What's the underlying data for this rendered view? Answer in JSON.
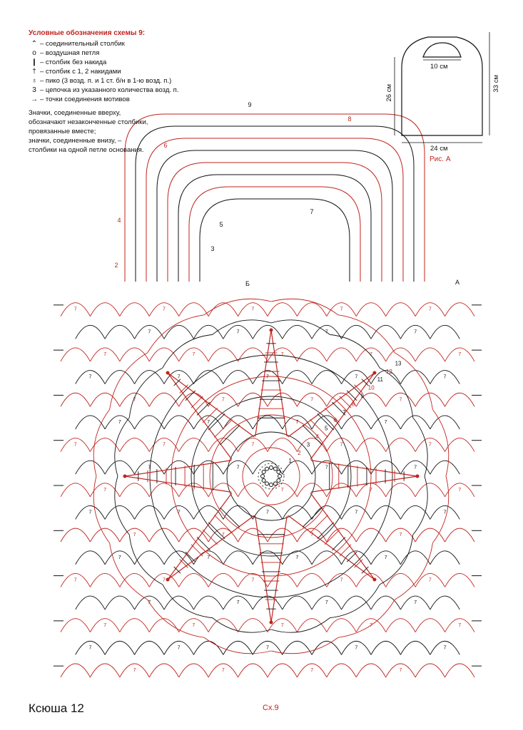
{
  "legend": {
    "title": "Условные обозначения схемы 9:",
    "items": [
      {
        "icon": "slip-stitch-icon",
        "symbol": "⌃",
        "text": "– соединительный столбик"
      },
      {
        "icon": "chain-icon",
        "symbol": "o",
        "text": "– воздушная петля"
      },
      {
        "icon": "single-crochet-icon",
        "symbol": "❙",
        "text": "– столбик без накида"
      },
      {
        "icon": "double-crochet-icon",
        "symbol": "†",
        "text": "– столбик с 1, 2  накидами"
      },
      {
        "icon": "picot-icon",
        "symbol": "♁",
        "text": "– пико (3 возд. п. и 1 ст. б/н в 1-ю возд. п.)"
      },
      {
        "icon": "chain-count-icon",
        "symbol": "3",
        "text": "– цепочка из указанного количества возд. п."
      },
      {
        "icon": "join-point-icon",
        "symbol": "→",
        "text": "– точки соединения мотивов"
      }
    ],
    "note": [
      "Значки, соединенные вверху,",
      "обозначают незаконченные столбики,",
      "провязанные вместе;",
      "значки, соединенные внизу, –",
      "столбики на одной петле основания."
    ]
  },
  "figure_a": {
    "caption": "Рис. А",
    "handle_width": "10 см",
    "height_inner": "26 см",
    "height_total": "33 см",
    "bottom_width": "24 см"
  },
  "handle_rows": [
    "2",
    "3",
    "4",
    "5",
    "6",
    "7",
    "8",
    "9"
  ],
  "join_labels": {
    "a": "A",
    "b": "Б"
  },
  "motif_rows": [
    "1",
    "2",
    "3",
    "4",
    "5",
    "6",
    "7",
    "8",
    "9",
    "10",
    "11",
    "12",
    "13"
  ],
  "footer": {
    "left": "Ксюша 12",
    "center": "Сх.9"
  },
  "colors": {
    "red": "#c0241e",
    "black": "#111111"
  }
}
